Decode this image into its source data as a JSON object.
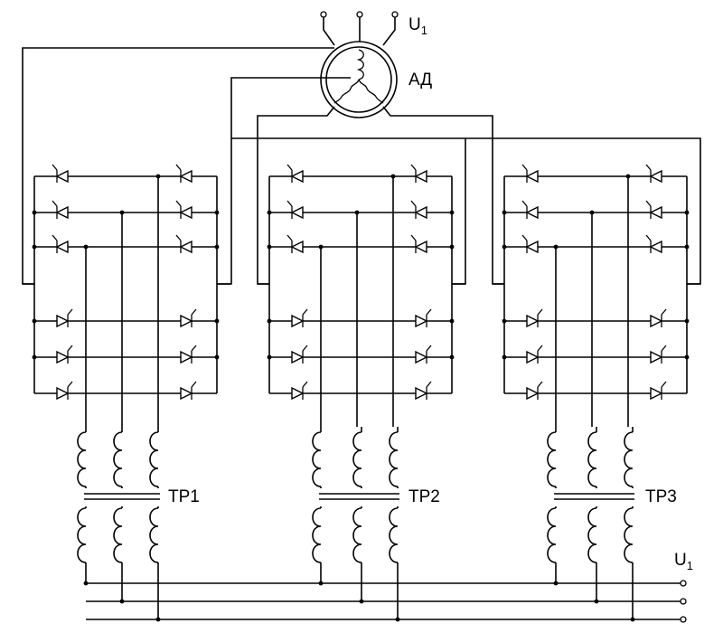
{
  "diagram": {
    "motor_label": "АД",
    "supply_top": {
      "main": "U",
      "sub": "1"
    },
    "supply_bottom": {
      "main": "U",
      "sub": "1"
    },
    "transformers": [
      {
        "label": "ТР1"
      },
      {
        "label": "ТР2"
      },
      {
        "label": "ТР3"
      }
    ]
  }
}
